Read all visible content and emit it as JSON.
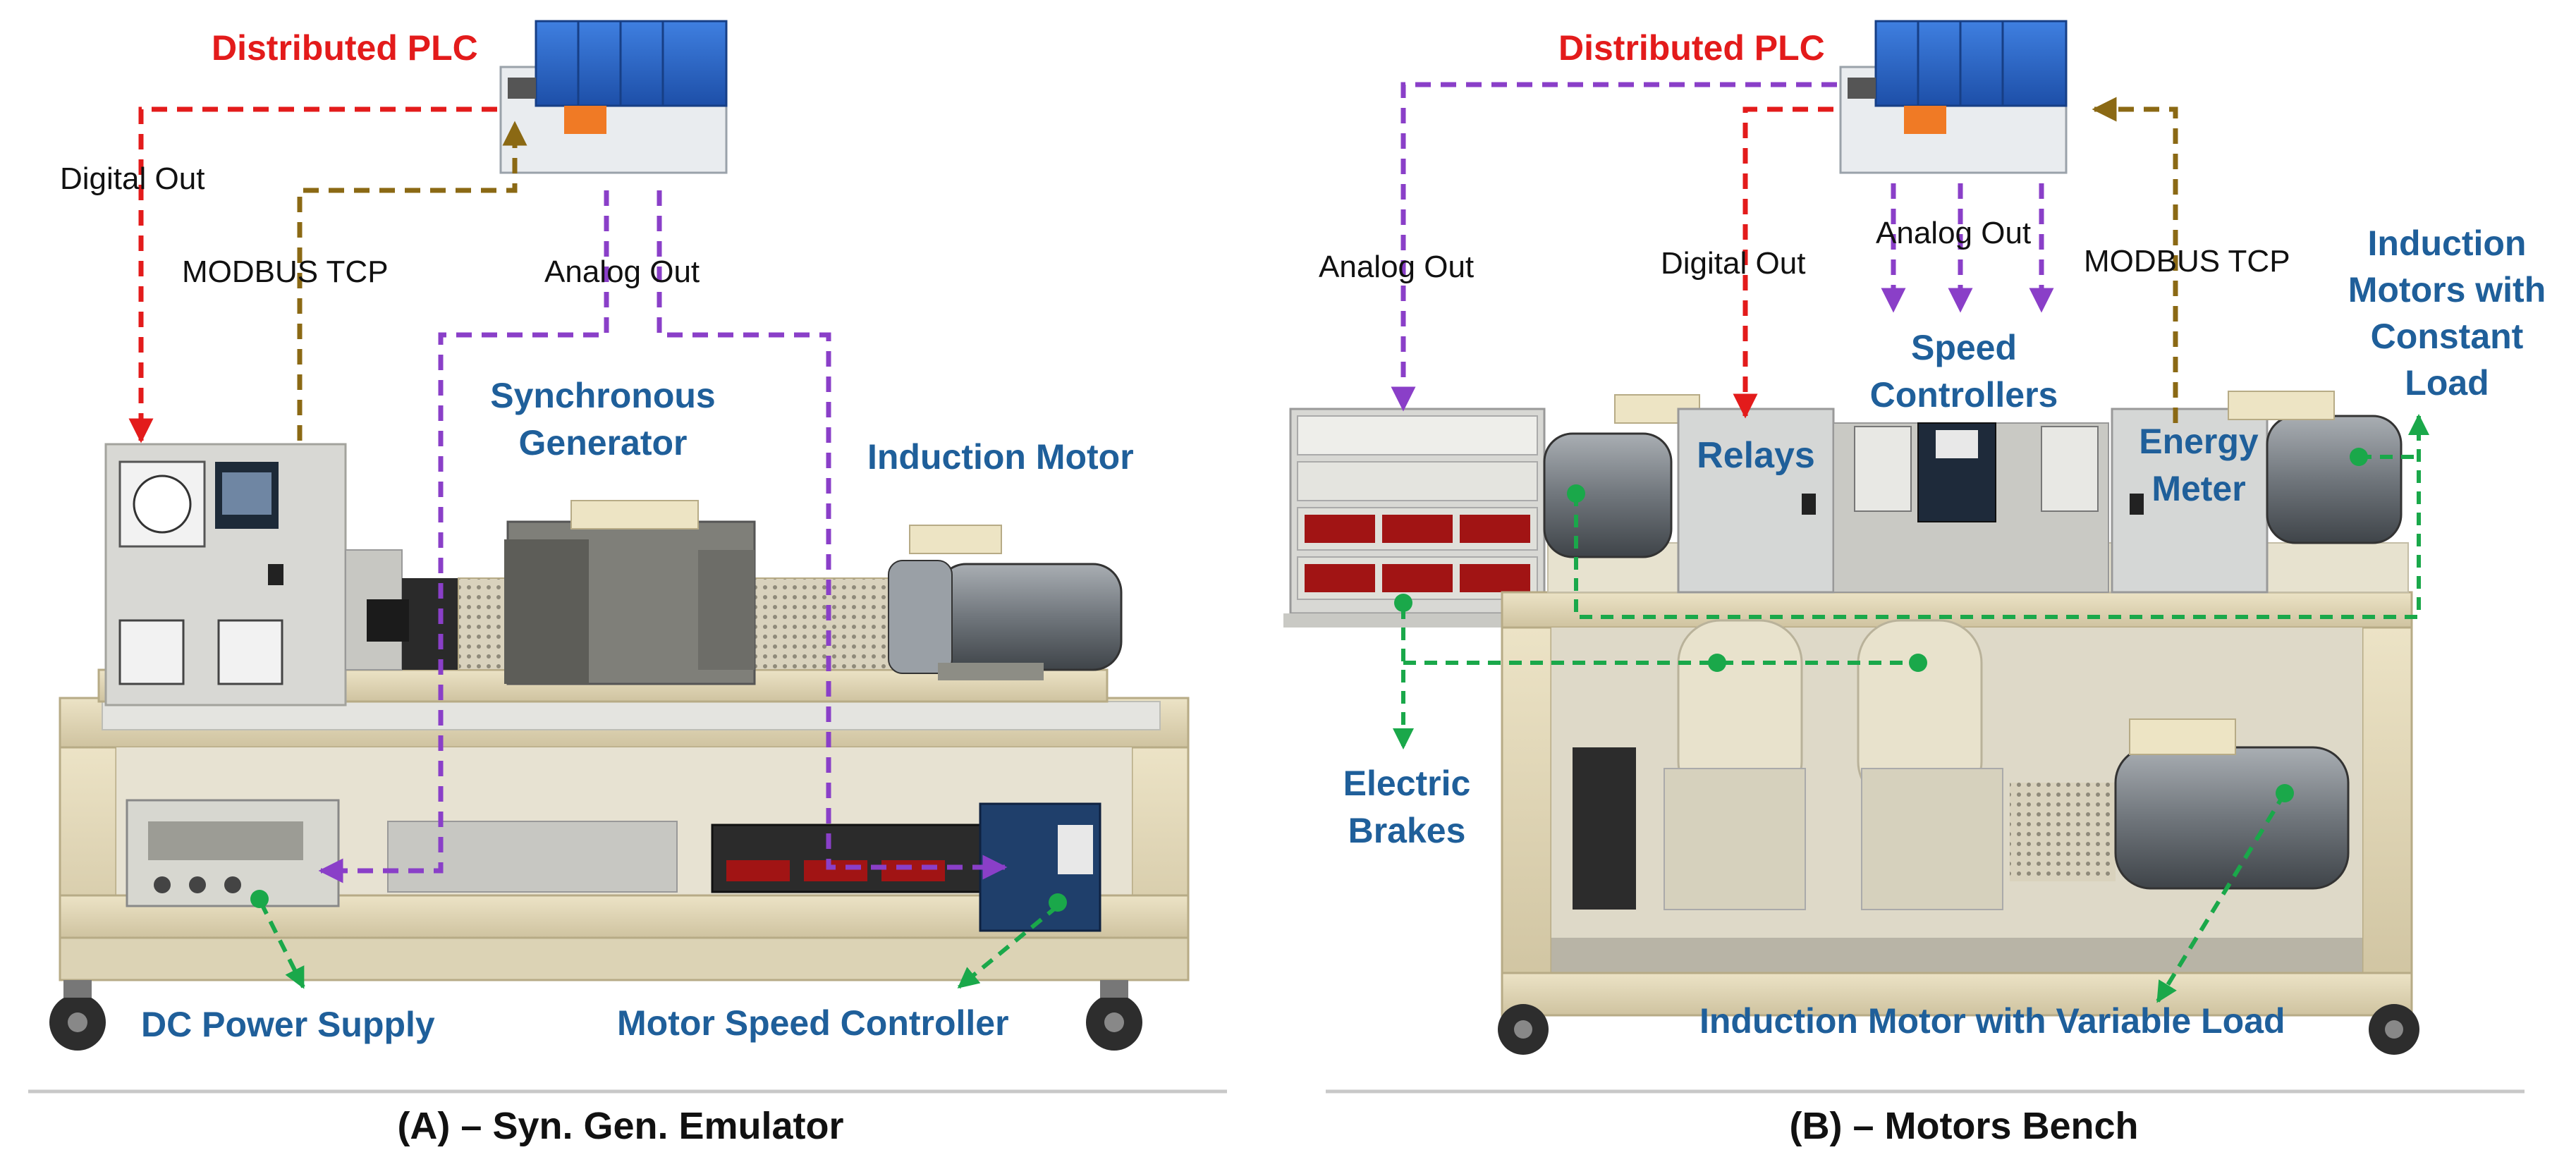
{
  "panel_a": {
    "plc_label": "Distributed PLC",
    "digital_out": "Digital Out",
    "modbus": "MODBUS TCP",
    "analog_out": "Analog Out",
    "synchronous_generator": [
      "Synchronous",
      "Generator"
    ],
    "induction_motor": "Induction Motor",
    "dc_power_supply": "DC Power Supply",
    "motor_speed_controller": "Motor Speed Controller",
    "caption": "(A) – Syn. Gen. Emulator"
  },
  "panel_b": {
    "plc_label": "Distributed PLC",
    "analog_out_left": "Analog Out",
    "digital_out": "Digital Out",
    "analog_out_center": "Analog Out",
    "modbus": "MODBUS TCP",
    "relays": "Relays",
    "speed_controllers": [
      "Speed",
      "Controllers"
    ],
    "energy_meter": [
      "Energy",
      "Meter"
    ],
    "motors_constant_load": [
      "Induction",
      "Motors with",
      "Constant",
      "Load"
    ],
    "electric_brakes": [
      "Electric",
      "Brakes"
    ],
    "motor_variable_load": "Induction Motor with Variable Load",
    "caption": "(B) – Motors Bench"
  },
  "colors": {
    "digital": "#e31b1b",
    "modbus": "#8b6914",
    "analog": "#8a3fc8",
    "highlight": "#1aa84a",
    "label_blue": "#1f5f9a"
  }
}
